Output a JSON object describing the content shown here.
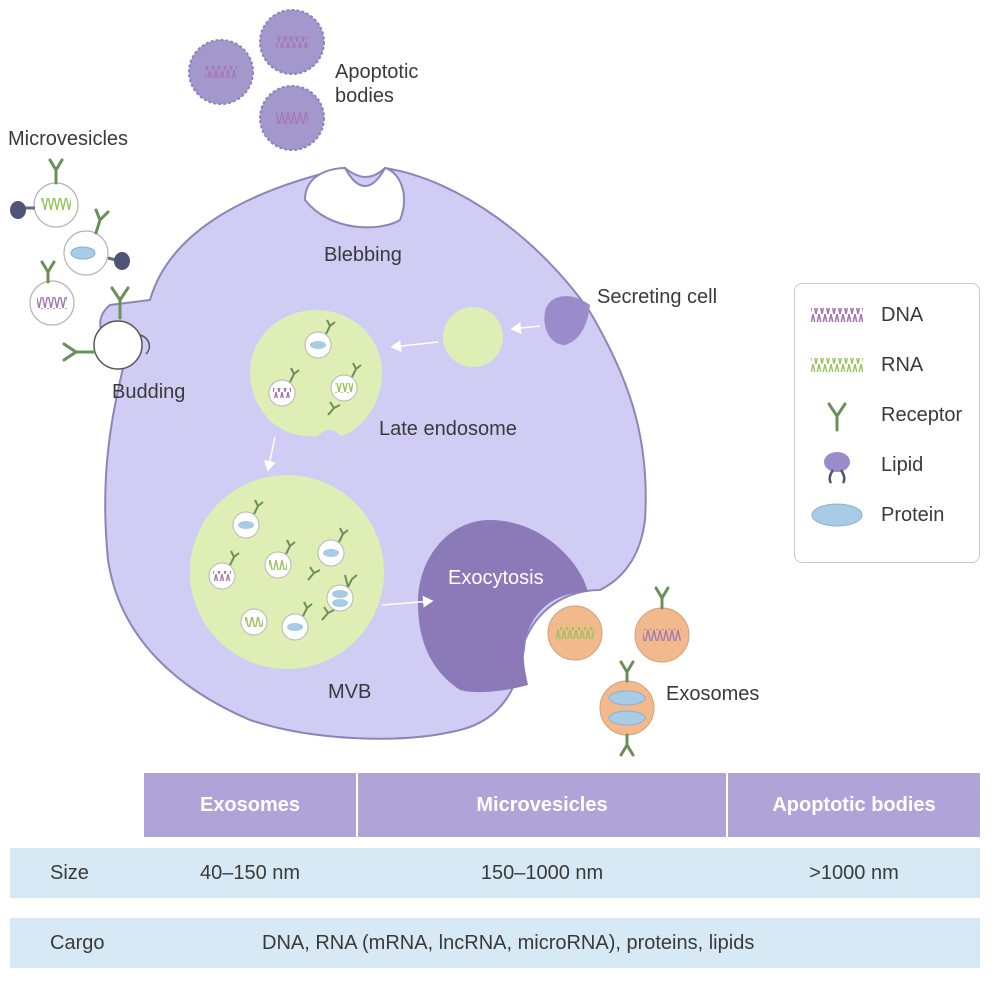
{
  "labels": {
    "apoptotic_bodies": [
      "Apoptotic",
      "bodies"
    ],
    "microvesicles": "Microvesicles",
    "blebbing": "Blebbing",
    "budding": "Budding",
    "secreting_cell": "Secreting cell",
    "late_endosome": "Late endosome",
    "mvb": "MVB",
    "exocytosis": "Exocytosis",
    "exosomes": "Exosomes"
  },
  "legend": [
    {
      "label": "DNA",
      "icon": "dna-icon"
    },
    {
      "label": "RNA",
      "icon": "rna-icon"
    },
    {
      "label": "Receptor",
      "icon": "receptor-icon"
    },
    {
      "label": "Lipid",
      "icon": "lipid-icon"
    },
    {
      "label": "Protein",
      "icon": "protein-icon"
    }
  ],
  "table": {
    "headers": [
      "Exosomes",
      "Microvesicles",
      "Apoptotic bodies"
    ],
    "rows": [
      {
        "label": "Size",
        "values": [
          "40–150 nm",
          "150–1000 nm",
          ">1000 nm"
        ]
      },
      {
        "label": "Cargo",
        "value": "DNA, RNA (mRNA, lncRNA, microRNA), proteins, lipids"
      }
    ]
  },
  "colors": {
    "cell": "#cfcdf3",
    "cell_stroke": "#8a86b8",
    "vesicle": "#dfeeb5",
    "exocytosis": "#8c7ab8",
    "apoptotic": "#a497cc",
    "exosome": "#f2b98d",
    "dna": "#a678b3",
    "rna": "#a9cf6f",
    "receptor": "#6b8f5a",
    "protein": "#a8cbe6",
    "table_header": "#aea4d8",
    "table_row": "#d7e9f4"
  }
}
